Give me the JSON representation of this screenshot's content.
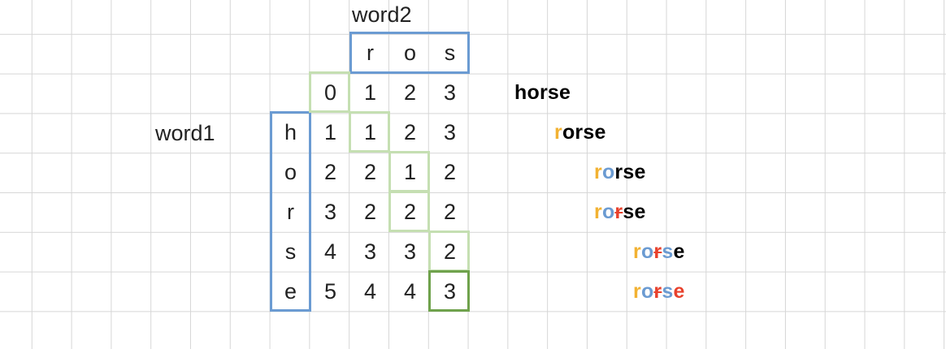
{
  "labels": {
    "word2": "word2",
    "word1": "word1"
  },
  "word2_letters": [
    "r",
    "o",
    "s"
  ],
  "word1_letters": [
    "h",
    "o",
    "r",
    "s",
    "e"
  ],
  "dp_rows": [
    [
      "0",
      "1",
      "2",
      "3"
    ],
    [
      "1",
      "1",
      "2",
      "3"
    ],
    [
      "2",
      "2",
      "1",
      "2"
    ],
    [
      "3",
      "2",
      "2",
      "2"
    ],
    [
      "4",
      "3",
      "3",
      "2"
    ],
    [
      "5",
      "4",
      "4",
      "3"
    ]
  ],
  "transforms": [
    [
      {
        "t": "horse",
        "c": "black"
      }
    ],
    [
      {
        "t": "r",
        "c": "orange"
      },
      {
        "t": "orse",
        "c": "black"
      }
    ],
    [
      {
        "t": "r",
        "c": "orange"
      },
      {
        "t": "o",
        "c": "blue"
      },
      {
        "t": "rse",
        "c": "black"
      }
    ],
    [
      {
        "t": "r",
        "c": "orange"
      },
      {
        "t": "o",
        "c": "blue"
      },
      {
        "t": "r",
        "c": "red",
        "strike": true
      },
      {
        "t": "se",
        "c": "black"
      }
    ],
    [
      {
        "t": "r",
        "c": "orange"
      },
      {
        "t": "o",
        "c": "blue"
      },
      {
        "t": "r",
        "c": "red",
        "strike": true
      },
      {
        "t": "s",
        "c": "blue"
      },
      {
        "t": "e",
        "c": "black"
      }
    ],
    [
      {
        "t": "r",
        "c": "orange"
      },
      {
        "t": "o",
        "c": "blue"
      },
      {
        "t": "r",
        "c": "red",
        "strike": true
      },
      {
        "t": "s",
        "c": "blue"
      },
      {
        "t": "e",
        "c": "red"
      }
    ]
  ],
  "colors": {
    "blue_box": "#6b9bd2",
    "green_path": "#c5dfb2",
    "green_final": "#6fa24c",
    "orange": "#f2b233",
    "blue": "#6b9bd2",
    "red": "#e8412c",
    "grid": "#d6d6d6"
  }
}
